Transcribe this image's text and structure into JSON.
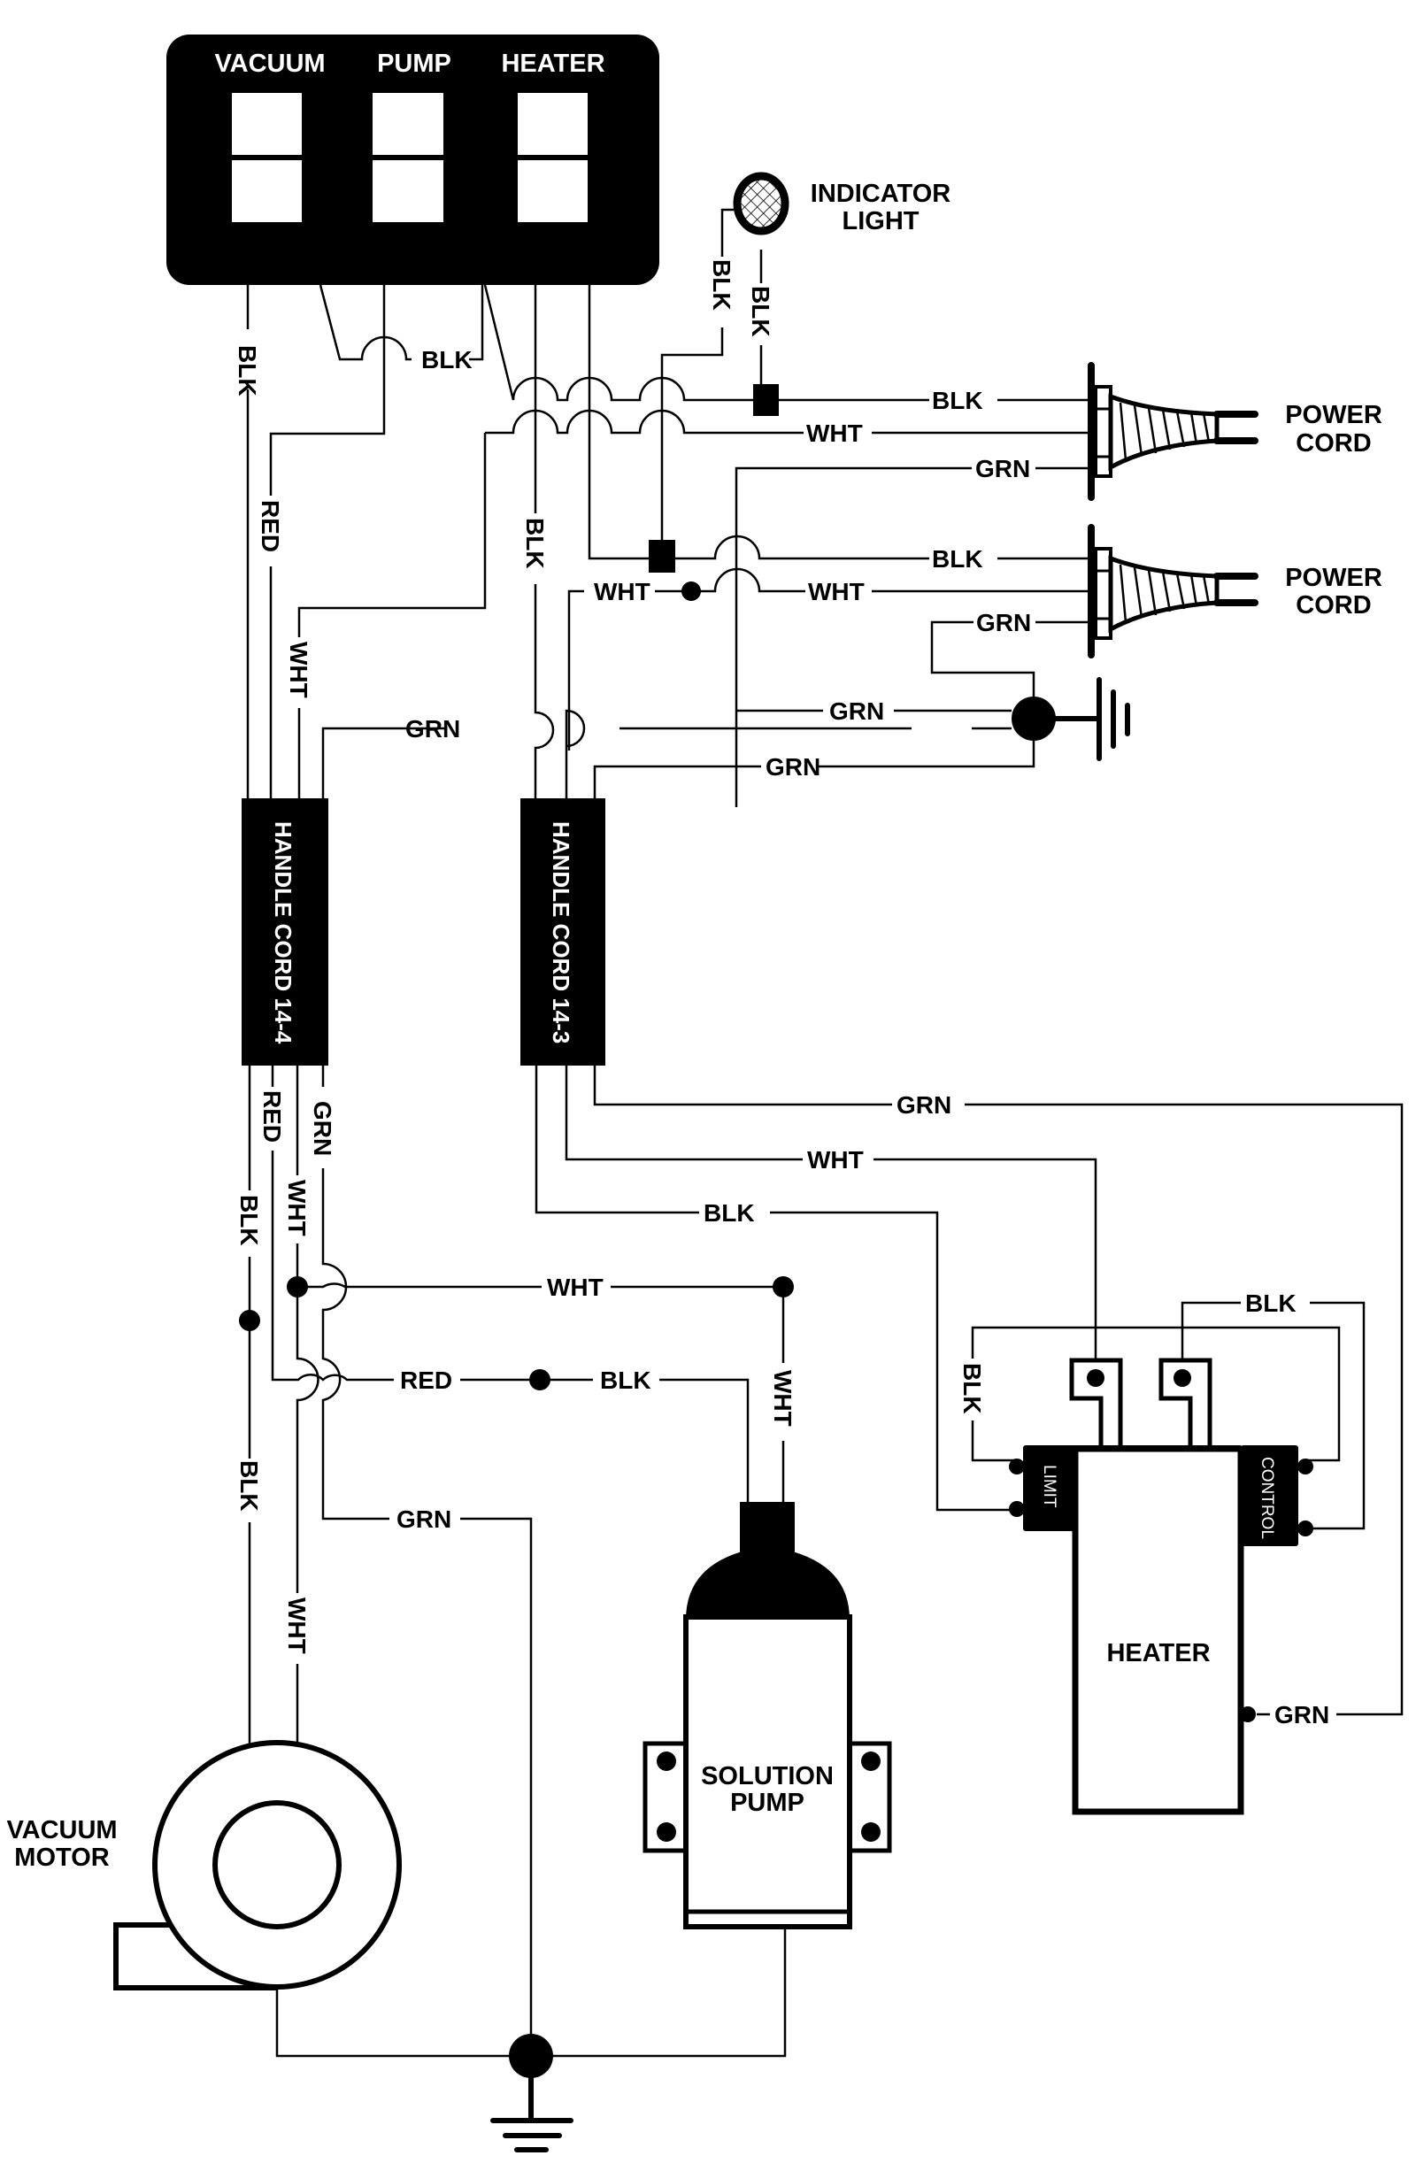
{
  "diagram": {
    "title": "Carpet extractor wiring diagram",
    "colors": {
      "ink": "#000000",
      "paper": "#ffffff"
    },
    "switch_panel": {
      "switches": [
        {
          "label": "VACUUM"
        },
        {
          "label": "PUMP"
        },
        {
          "label": "HEATER"
        }
      ]
    },
    "indicator_light": {
      "label_line1": "INDICATOR",
      "label_line2": "LIGHT"
    },
    "power_cords": [
      {
        "label_line1": "POWER",
        "label_line2": "CORD",
        "wires": [
          "BLK",
          "WHT",
          "GRN"
        ]
      },
      {
        "label_line1": "POWER",
        "label_line2": "CORD",
        "wires": [
          "BLK",
          "WHT",
          "GRN"
        ]
      }
    ],
    "handle_cords": [
      {
        "label": "HANDLE CORD 14-4"
      },
      {
        "label": "HANDLE CORD 14-3"
      }
    ],
    "components": {
      "vacuum_motor": {
        "label_line1": "VACUUM",
        "label_line2": "MOTOR"
      },
      "solution_pump": {
        "label_line1": "SOLUTION",
        "label_line2": "PUMP"
      },
      "heater": {
        "label": "HEATER",
        "limit_label": "LIMIT",
        "control_label": "CONTROL"
      }
    },
    "wire_labels": {
      "vac_blk": "BLK",
      "jumper_blk": "BLK",
      "pump_red": "RED",
      "heat_blk": "BLK",
      "heat_wht": "WHT",
      "ind_blk_left": "BLK",
      "ind_blk_right": "BLK",
      "pc1_blk": "BLK",
      "pc1_wht": "WHT",
      "pc1_grn": "GRN",
      "pc2_blk": "BLK",
      "pc2_wht": "WHT",
      "pc2_wht_left": "WHT",
      "pc2_grn": "GRN",
      "gnd_grn1": "GRN",
      "gnd_grn2": "GRN",
      "hc4_grn_top": "GRN",
      "hc4_red_bot": "RED",
      "hc4_grn_bot": "GRN",
      "hc4_wht_bot": "WHT",
      "hc4_blk_bot1": "BLK",
      "hc4_blk_bot2": "BLK",
      "hc4_wht_bot2": "WHT",
      "pump_wht_h": "WHT",
      "pump_red_h": "RED",
      "pump_blk_h": "BLK",
      "pump_wht_v": "WHT",
      "pump_grn": "GRN",
      "hc3_grn": "GRN",
      "hc3_wht": "WHT",
      "hc3_blk": "BLK",
      "heater_blk_top": "BLK",
      "heater_blk_left": "BLK",
      "heater_grn": "GRN"
    }
  }
}
